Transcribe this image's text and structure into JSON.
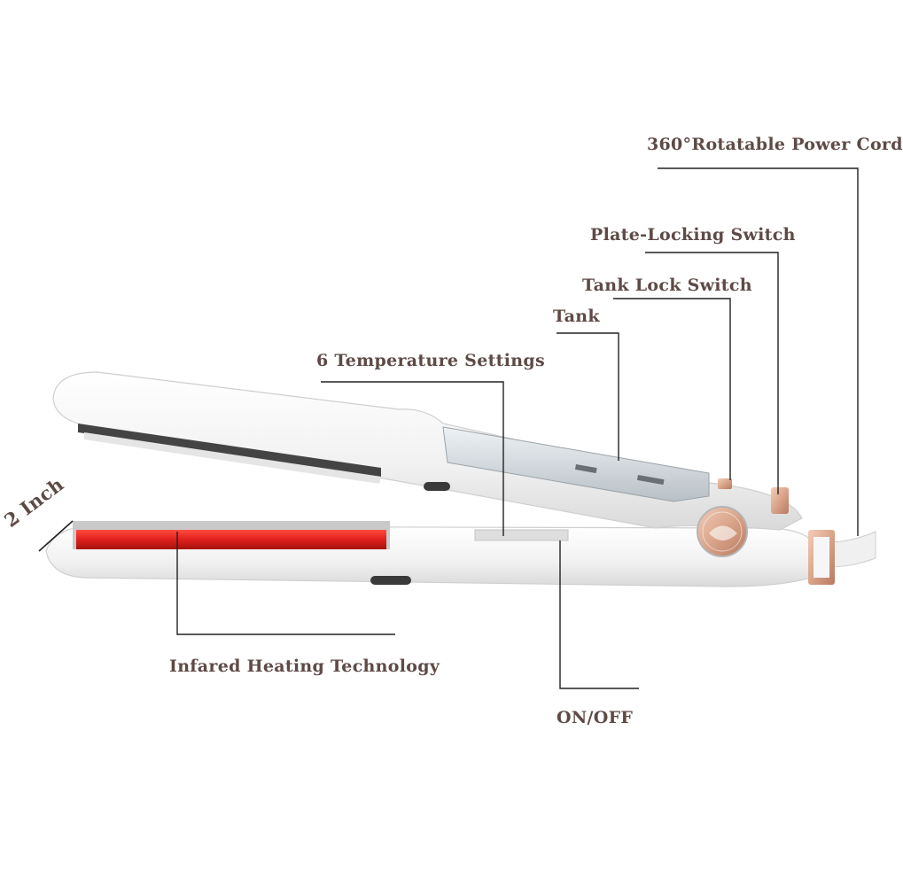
{
  "labels": {
    "power_cord": "360°Rotatable Power Cord",
    "plate_locking_switch": "Plate-Locking Switch",
    "tank_lock_switch": "Tank Lock Switch",
    "tank": "Tank",
    "temperature_settings": "6 Temperature Settings",
    "infrared_heating": "Infared Heating Technology",
    "on_off": "ON/OFF",
    "plate_width": "2 Inch"
  },
  "colors": {
    "label_text": "#5e4a45",
    "leader_line": "#222222",
    "body_white": "#f4f4f4",
    "heating_plate_red": "#e0201c",
    "rose_gold": "#d9a48a"
  }
}
